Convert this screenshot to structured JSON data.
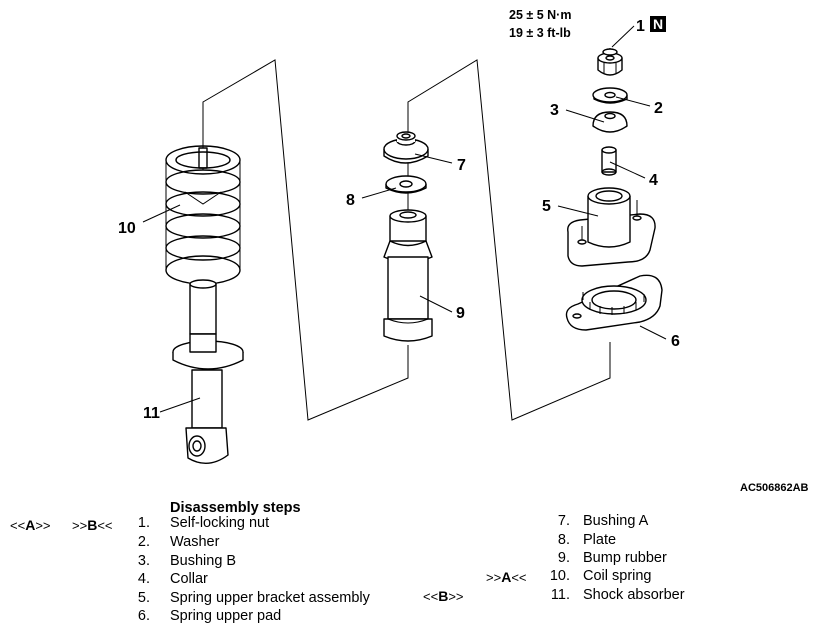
{
  "figure_id": "AC506862AB",
  "torque": {
    "line1": "25 ± 5 N·m",
    "line2": "19 ± 3 ft-lb"
  },
  "new_part_mark": "N",
  "callouts": [
    "1",
    "2",
    "3",
    "4",
    "5",
    "6",
    "7",
    "8",
    "9",
    "10",
    "11"
  ],
  "legend": {
    "title": "Disassembly steps",
    "items": [
      {
        "num": "1.",
        "name": "Self-locking nut"
      },
      {
        "num": "2.",
        "name": "Washer"
      },
      {
        "num": "3.",
        "name": "Bushing B"
      },
      {
        "num": "4.",
        "name": "Collar"
      },
      {
        "num": "5.",
        "name": "Spring upper bracket assembly"
      },
      {
        "num": "6.",
        "name": "Spring upper pad"
      },
      {
        "num": "7.",
        "name": "Bushing A"
      },
      {
        "num": "8.",
        "name": "Plate"
      },
      {
        "num": "9.",
        "name": "Bump rubber"
      },
      {
        "num": "10.",
        "name": "Coil spring"
      },
      {
        "num": "11.",
        "name": "Shock absorber"
      }
    ],
    "marks": {
      "item1_left": {
        "pre": "<<",
        "letter": "A",
        "post": ">>"
      },
      "item1_right": {
        "pre": ">>",
        "letter": "B",
        "post": "<<"
      },
      "item10": {
        "pre": ">>",
        "letter": "A",
        "post": "<<"
      },
      "item11": {
        "pre": "<<",
        "letter": "B",
        "post": ">>"
      }
    }
  }
}
